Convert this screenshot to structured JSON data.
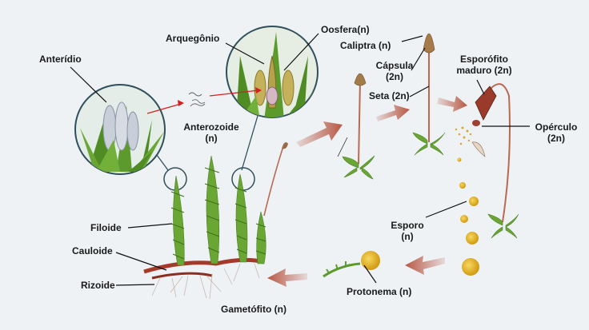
{
  "labels": {
    "anteridio": "Anterídio",
    "arquegonio": "Arquegônio",
    "oosfera": "Oosfera(n)",
    "caliptra": "Caliptra (n)",
    "capsula_line1": "Cápsula",
    "capsula_line2": "(2n)",
    "seta": "Seta (2n)",
    "esporofito_line1": "Esporófito",
    "esporofito_line2": "maduro (2n)",
    "operculo_line1": "Opérculo",
    "operculo_line2": "(2n)",
    "anterozoide_line1": "Anterozoide",
    "anterozoide_line2": "(n)",
    "filoide": "Filoide",
    "cauloide": "Cauloide",
    "rizoide": "Rizoide",
    "esporo_line1": "Esporo",
    "esporo_line2": "(n)",
    "protonema": "Protonema (n)",
    "gametofito": "Gametófito (n)"
  },
  "colors": {
    "background": "#eef2f5",
    "cycle_arrow": "#b5503a",
    "fertilization_arrow": "#d42020",
    "leaf_green": "#5c9a2c",
    "stem_red": "#a63a2a",
    "spore_yellow": "#e3b21c",
    "inset_border": "#2f4f5c"
  }
}
